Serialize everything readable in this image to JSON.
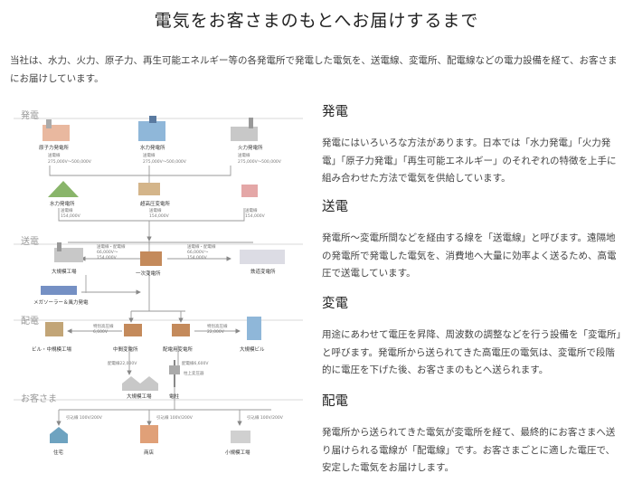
{
  "page": {
    "title": "電気をお客さまのもとへお届けするまで",
    "intro": "当社は、水力、火力、原子力、再生可能エネルギー等の各発電所で発電した電気を、送電線、変電所、配電線などの電力設備を経て、お客さまにお届けしています。"
  },
  "diagram": {
    "stages": [
      "発電",
      "送電",
      "配電",
      "お客さま"
    ],
    "nodes": {
      "nuclear": {
        "label": "原子力発電所",
        "sub1": "送電線",
        "sub2": "275,000V〜500,000V"
      },
      "hydro_big": {
        "label": "水力発電所",
        "sub1": "送電線",
        "sub2": "275,000V〜500,000V"
      },
      "thermal": {
        "label": "火力発電所",
        "sub1": "送電線",
        "sub2": "275,000V〜500,000V"
      },
      "hydro_small": {
        "label": "水力発電所",
        "sub1": "送電線",
        "sub2": "154,000V"
      },
      "substation_uh": {
        "label": "超高圧変電所",
        "sub1": "送電線",
        "sub2": "154,000V"
      },
      "other": {
        "sub1": "送電線",
        "sub2": "154,000V"
      },
      "factory_big": {
        "label": "大規模工場"
      },
      "primary_sub": {
        "label": "一次変電所"
      },
      "railway_sub": {
        "label": "鉄道変電所"
      },
      "mega_solar": {
        "label": "メガソーラー＆風力発電"
      },
      "line_left": {
        "sub1": "送電線・配電線",
        "sub2": "66,000V〜",
        "sub3": "154,000V"
      },
      "line_right": {
        "sub1": "送電線・配電線",
        "sub2": "66,000V〜",
        "sub3": "154,000V"
      },
      "building_factory": {
        "label": "ビル・中規模工場"
      },
      "mid_sub": {
        "label": "中間変電所"
      },
      "dist_sub": {
        "label": "配電用変電所"
      },
      "big_building": {
        "label": "大規模ビル"
      },
      "line_mid_left": {
        "sub1": "特別高圧線",
        "sub2": "6,600V"
      },
      "line_mid_right": {
        "sub1": "特別高圧線",
        "sub2": "22,000V"
      },
      "line_22k": {
        "label": "配電線22,000V"
      },
      "line_6k": {
        "label": "配電線6,600V"
      },
      "pole_tr": {
        "label": "柱上変圧器"
      },
      "factory_med": {
        "label": "大規模工場"
      },
      "pole": {
        "label": "電柱"
      },
      "house": {
        "label": "住宅",
        "line": "引込線 100V/200V"
      },
      "shop": {
        "label": "商店",
        "line": "引込線 100V/200V"
      },
      "factory_small": {
        "label": "小規模工場",
        "line": "引込線 100V/200V"
      }
    }
  },
  "sections": [
    {
      "heading": "発電",
      "body": "発電にはいろいろな方法があります。日本では「水力発電」「火力発電」「原子力発電」「再生可能エネルギー」のそれぞれの特徴を上手に組み合わせた方法で電気を供給しています。"
    },
    {
      "heading": "送電",
      "body": "発電所〜変電所間などを経由する線を「送電線」と呼びます。遠隔地の発電所で発電した電気を、消費地へ大量に効率よく送るため、高電圧で送電しています。"
    },
    {
      "heading": "変電",
      "body": "用途にあわせて電圧を昇降、周波数の調整などを行う設備を「変電所」と呼びます。発電所から送られてきた高電圧の電気は、変電所で段階的に電圧を下げた後、お客さまのもとへ送られます。"
    },
    {
      "heading": "配電",
      "body": "発電所から送られてきた電気が変電所を経て、最終的にお客さまへ送り届けられる電線が「配電線」です。お客さまごとに適した電圧で、安定した電気をお届けします。"
    }
  ]
}
